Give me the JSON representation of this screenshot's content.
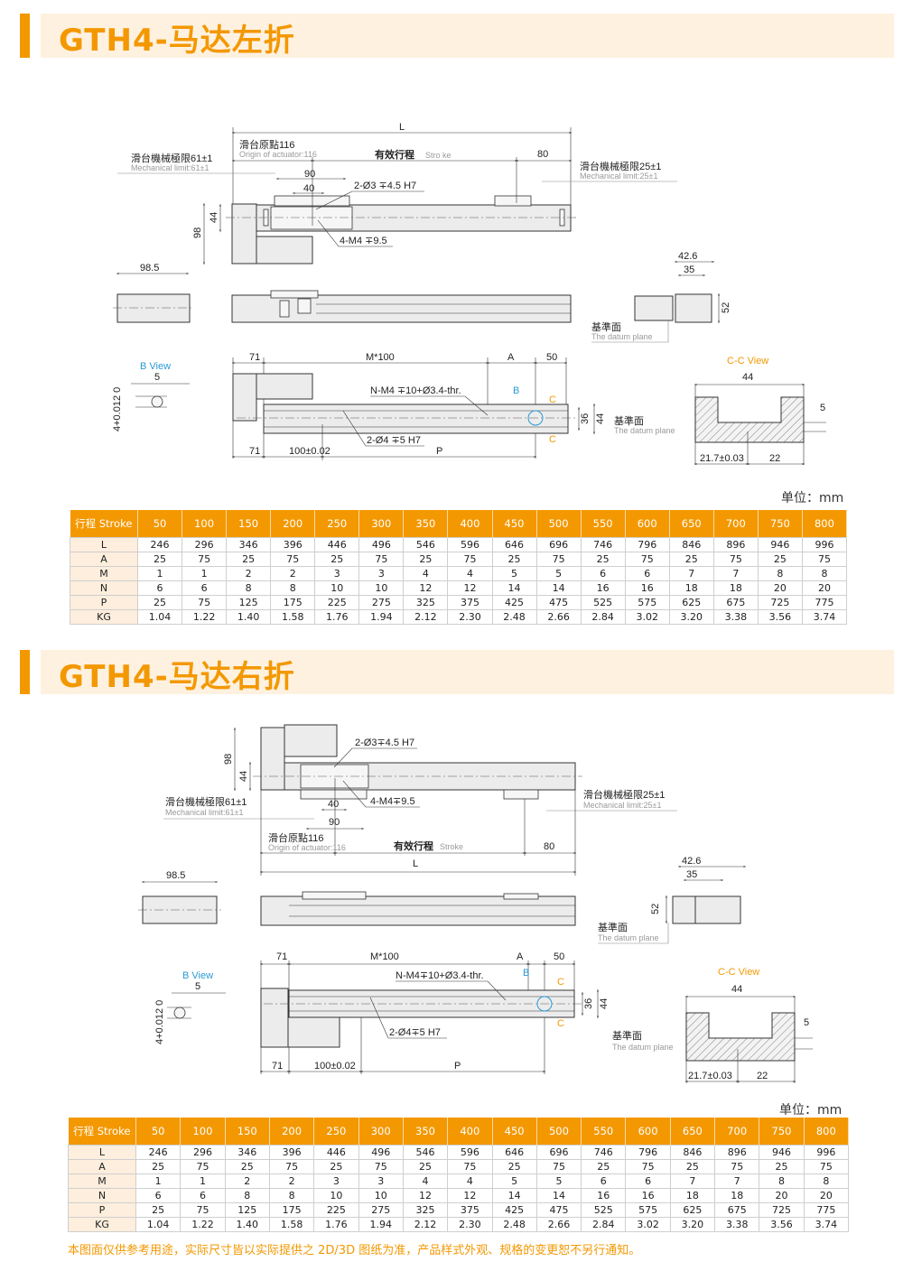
{
  "sections": [
    {
      "title": "GTH4-马达左折",
      "unit": "单位：mm",
      "d": {
        "L": "L",
        "origin_cn": "滑台原點116",
        "origin_en": "Origin of actuator:116",
        "stroke_cn": "有效行程",
        "stroke_en": "Stro ke",
        "d80": "80",
        "mech_left_cn": "滑台機械極限61±1",
        "mech_left_en": "Mechanical limit:61±1",
        "mech_right_cn": "滑台機械極限25±1",
        "mech_right_en": "Mechanical limit:25±1",
        "d90": "90",
        "d40": "40",
        "pin_holes": "2-Ø3 ∓4.5 H7",
        "tap_holes": "4-M4 ∓9.5",
        "d98": "98",
        "d44": "44",
        "d98_5": "98.5",
        "d42_6": "42.6",
        "d35": "35",
        "d52": "52",
        "datum_cn": "基準面",
        "datum_en": "The datum plane",
        "bview": "B View",
        "d5": "5",
        "tol": "4+0.012 0",
        "d71": "71",
        "m100": "M*100",
        "A": "A",
        "d50": "50",
        "n_holes": "N-M4 ∓10+Ø3.4-thr.",
        "B": "B",
        "C": "C",
        "d36": "36",
        "pin4": "2-Ø4 ∓5 H7",
        "d100": "100±0.02",
        "P": "P",
        "ccview": "C-C View",
        "d21_7": "21.7±0.03",
        "d22": "22"
      },
      "table": {
        "headers": [
          "行程 Stroke",
          "50",
          "100",
          "150",
          "200",
          "250",
          "300",
          "350",
          "400",
          "450",
          "500",
          "550",
          "600",
          "650",
          "700",
          "750",
          "800"
        ],
        "rows": [
          [
            "L",
            "246",
            "296",
            "346",
            "396",
            "446",
            "496",
            "546",
            "596",
            "646",
            "696",
            "746",
            "796",
            "846",
            "896",
            "946",
            "996"
          ],
          [
            "A",
            "25",
            "75",
            "25",
            "75",
            "25",
            "75",
            "25",
            "75",
            "25",
            "75",
            "25",
            "75",
            "25",
            "75",
            "25",
            "75"
          ],
          [
            "M",
            "1",
            "1",
            "2",
            "2",
            "3",
            "3",
            "4",
            "4",
            "5",
            "5",
            "6",
            "6",
            "7",
            "7",
            "8",
            "8"
          ],
          [
            "N",
            "6",
            "6",
            "8",
            "8",
            "10",
            "10",
            "12",
            "12",
            "14",
            "14",
            "16",
            "16",
            "18",
            "18",
            "20",
            "20"
          ],
          [
            "P",
            "25",
            "75",
            "125",
            "175",
            "225",
            "275",
            "325",
            "375",
            "425",
            "475",
            "525",
            "575",
            "625",
            "675",
            "725",
            "775"
          ],
          [
            "KG",
            "1.04",
            "1.22",
            "1.40",
            "1.58",
            "1.76",
            "1.94",
            "2.12",
            "2.30",
            "2.48",
            "2.66",
            "2.84",
            "3.02",
            "3.20",
            "3.38",
            "3.56",
            "3.74"
          ]
        ]
      }
    },
    {
      "title": "GTH4-马达右折",
      "unit": "单位：mm",
      "d": {
        "L": "L",
        "origin_cn": "滑台原點116",
        "origin_en": "Origin of actuator:116",
        "stroke_cn": "有效行程",
        "stroke_en": "Stroke",
        "d80": "80",
        "mech_left_cn": "滑台機械極限61±1",
        "mech_left_en": "Mechanical limit:61±1",
        "mech_right_cn": "滑台機械極限25±1",
        "mech_right_en": "Mechanical limit:25±1",
        "d90": "90",
        "d40": "40",
        "pin_holes": "2-Ø3∓4.5 H7",
        "tap_holes": "4-M4∓9.5",
        "d98": "98",
        "d44": "44",
        "d98_5": "98.5",
        "d42_6": "42.6",
        "d35": "35",
        "d52": "52",
        "datum_cn": "基準面",
        "datum_en": "The datum plane",
        "bview": "B View",
        "d5": "5",
        "tol": "4+0.012 0",
        "d71": "71",
        "m100": "M*100",
        "A": "A",
        "d50": "50",
        "n_holes": "N-M4∓10+Ø3.4-thr.",
        "B": "B",
        "C": "C",
        "d36": "36",
        "pin4": "2-Ø4∓5 H7",
        "d100": "100±0.02",
        "P": "P",
        "ccview": "C-C View",
        "d21_7": "21.7±0.03",
        "d22": "22"
      },
      "table": {
        "headers": [
          "行程 Stroke",
          "50",
          "100",
          "150",
          "200",
          "250",
          "300",
          "350",
          "400",
          "450",
          "500",
          "550",
          "600",
          "650",
          "700",
          "750",
          "800"
        ],
        "rows": [
          [
            "L",
            "246",
            "296",
            "346",
            "396",
            "446",
            "496",
            "546",
            "596",
            "646",
            "696",
            "746",
            "796",
            "846",
            "896",
            "946",
            "996"
          ],
          [
            "A",
            "25",
            "75",
            "25",
            "75",
            "25",
            "75",
            "25",
            "75",
            "25",
            "75",
            "25",
            "75",
            "25",
            "75",
            "25",
            "75"
          ],
          [
            "M",
            "1",
            "1",
            "2",
            "2",
            "3",
            "3",
            "4",
            "4",
            "5",
            "5",
            "6",
            "6",
            "7",
            "7",
            "8",
            "8"
          ],
          [
            "N",
            "6",
            "6",
            "8",
            "8",
            "10",
            "10",
            "12",
            "12",
            "14",
            "14",
            "16",
            "16",
            "18",
            "18",
            "20",
            "20"
          ],
          [
            "P",
            "25",
            "75",
            "125",
            "175",
            "225",
            "275",
            "325",
            "375",
            "425",
            "475",
            "525",
            "575",
            "625",
            "675",
            "725",
            "775"
          ],
          [
            "KG",
            "1.04",
            "1.22",
            "1.40",
            "1.58",
            "1.76",
            "1.94",
            "2.12",
            "2.30",
            "2.48",
            "2.66",
            "2.84",
            "3.02",
            "3.20",
            "3.38",
            "3.56",
            "3.74"
          ]
        ]
      }
    }
  ],
  "footnote": "本图面仅供参考用途，实际尺寸皆以实际提供之 2D/3D 图纸为准，产品样式外观、规格的变更恕不另行通知。",
  "colors": {
    "accent": "#f39800",
    "band": "#fef1e0",
    "bview": "#2a9ad6"
  }
}
